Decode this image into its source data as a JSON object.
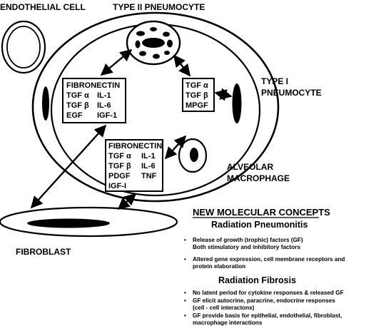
{
  "labels": {
    "endothelial": "ENDOTHELIAL CELL",
    "type2": "TYPE II PNEUMOCYTE",
    "type1_line1": "TYPE I",
    "type1_line2": "PNEUMOCYTE",
    "alveolar_line1": "ALVEOLAR",
    "alveolar_line2": "MACROPHAGE",
    "fibroblast": "FIBROBLAST"
  },
  "box_left": {
    "title": "FIBRONECTIN",
    "rows": [
      [
        "TGF α",
        "IL-1"
      ],
      [
        "TGF β",
        "IL-6"
      ],
      [
        "EGF",
        "IGF-1"
      ]
    ]
  },
  "box_right": {
    "lines": [
      "TGF α",
      "TGF β",
      "MPGF"
    ]
  },
  "box_lower": {
    "title": "FIBRONECTIN",
    "rows": [
      [
        "TGF α",
        "IL-1"
      ],
      [
        "TGF β",
        "IL-6"
      ],
      [
        "PDGF",
        "TNF"
      ],
      [
        "IGF-I",
        ""
      ]
    ]
  },
  "concepts": {
    "title": "NEW MOLECULAR CONCEPTS",
    "section1": "Radiation Pneumonitis",
    "bullets1": [
      [
        "Release of growth (trophic) factors (GF)",
        "Both stimulatory and inhibitory factors"
      ],
      [
        "Altered gene expression, cell membrane receptors and",
        "protein elaboration"
      ]
    ],
    "section2": "Radiation Fibrosis",
    "bullets2": [
      [
        "No latent period for cytokine responses & released GF"
      ],
      [
        "GF elicit autocrine, paracrine, endocrine responses",
        "(cell - cell interactons)"
      ],
      [
        "GF provide basis for epithelial, endothelial, fibroblast,",
        "macrophage interactions"
      ]
    ]
  }
}
